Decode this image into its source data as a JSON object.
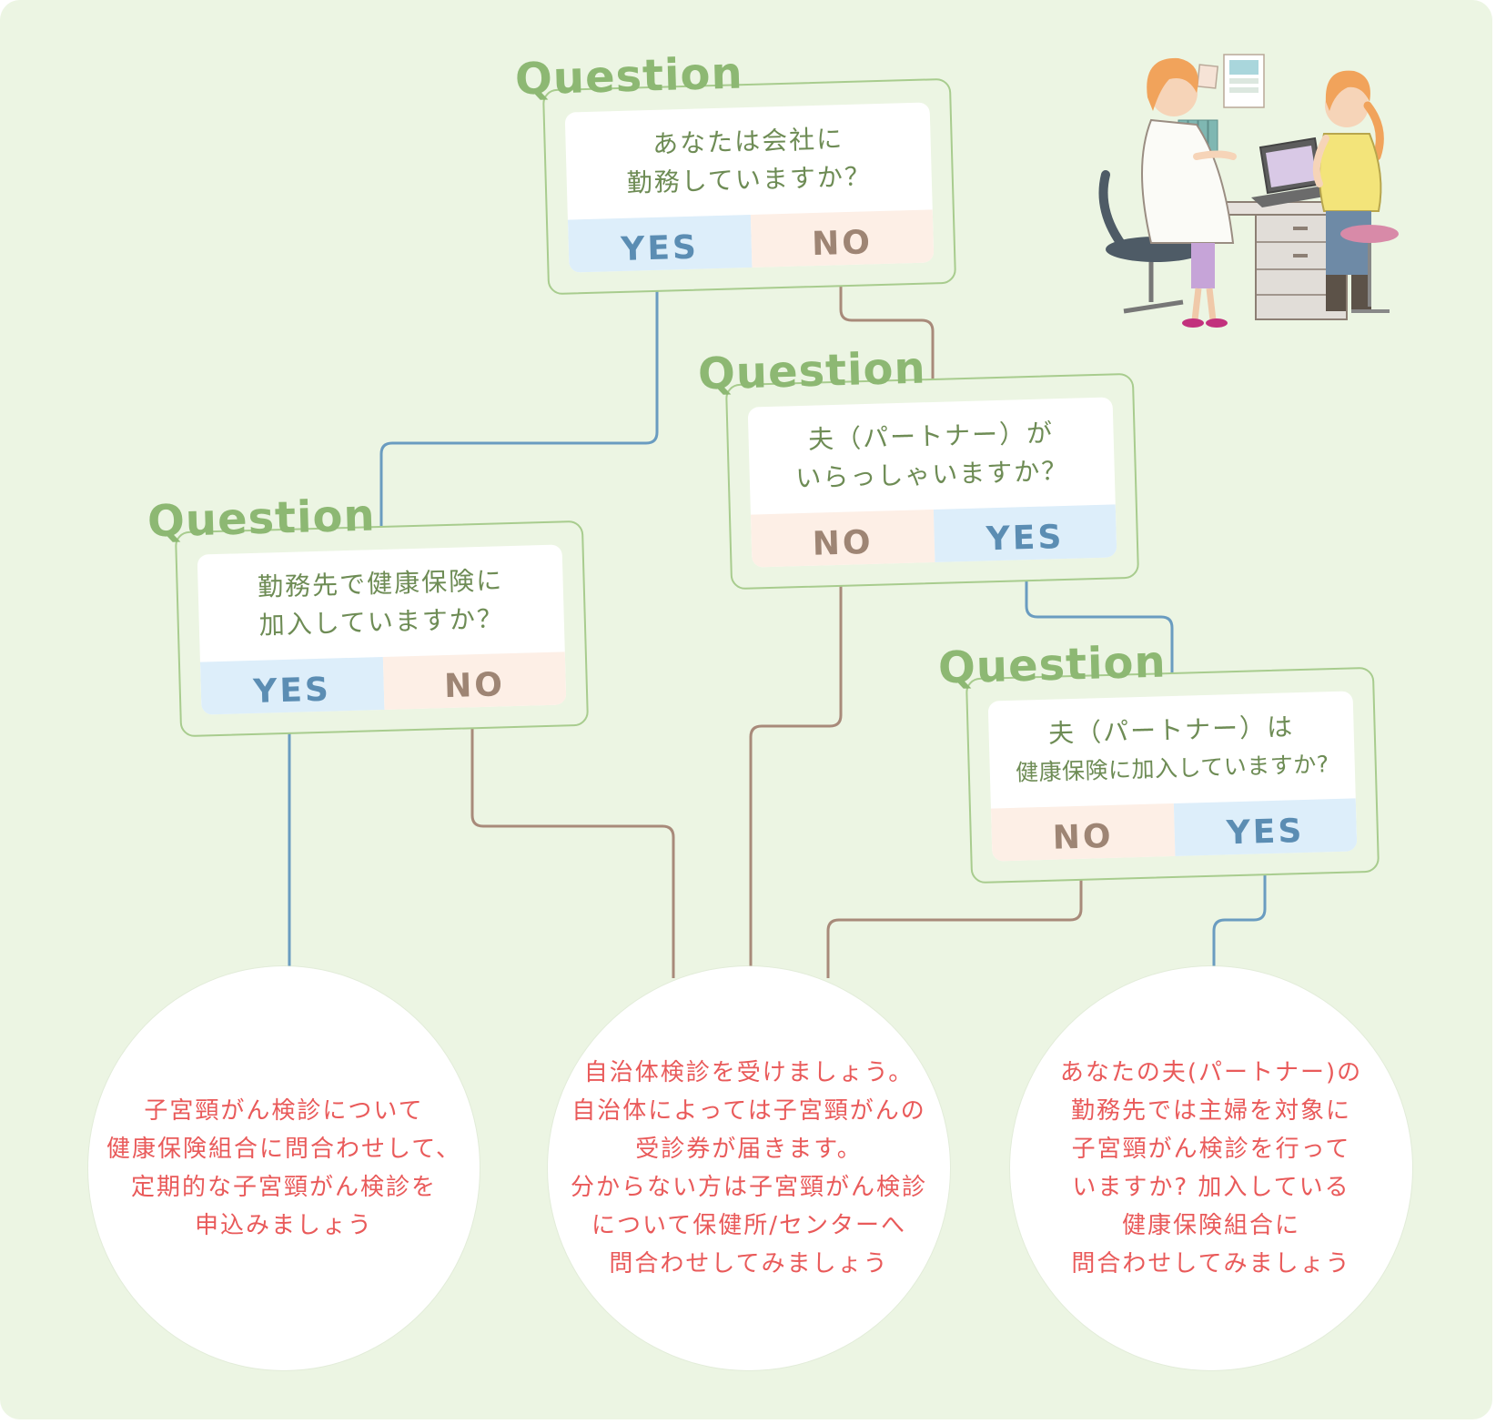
{
  "question_label": "Question",
  "q1": {
    "line1": "あなたは会社に",
    "line2": "勤務していますか？",
    "yes": "YES",
    "no": "NO"
  },
  "q2": {
    "line1": "勤務先で健康保険に",
    "line2": "加入していますか？",
    "yes": "YES",
    "no": "NO"
  },
  "q3": {
    "line1": "夫（パートナー）が",
    "line2": "いらっしゃいますか？",
    "no": "NO",
    "yes": "YES"
  },
  "q4": {
    "line1": "夫（パートナー）は",
    "line2": "健康保険に加入していますか?",
    "no": "NO",
    "yes": "YES"
  },
  "result1": {
    "lines": [
      "子宮頸がん検診について",
      "健康保険組合に問合わせして、",
      "定期的な子宮頸がん検診を",
      "申込みましょう"
    ]
  },
  "result2": {
    "lines": [
      "自治体検診を受けましょう。",
      "自治体によっては子宮頸がんの",
      "受診券が届きます。",
      "分からない方は子宮頸がん検診",
      "について保健所/センターへ",
      "問合わせしてみましょう"
    ]
  },
  "result3": {
    "lines": [
      "あなたの夫(パートナー)の",
      "勤務先では主婦を対象に",
      "子宮頸がん検診を行って",
      "いますか? 加入している",
      "健康保険組合に",
      "問合わせしてみましょう"
    ]
  },
  "colors": {
    "background": "#ecf5e3",
    "question_label": "#8db873",
    "question_text": "#6e8c55",
    "yes_bg": "#ddeefa",
    "yes_text": "#5b8db3",
    "yes_line": "#6a9cc0",
    "no_bg": "#fdefe6",
    "no_text": "#9e8574",
    "no_line": "#a88a7a",
    "result_text": "#e95a5a"
  },
  "illustration": "doctor-consultation-illustration"
}
